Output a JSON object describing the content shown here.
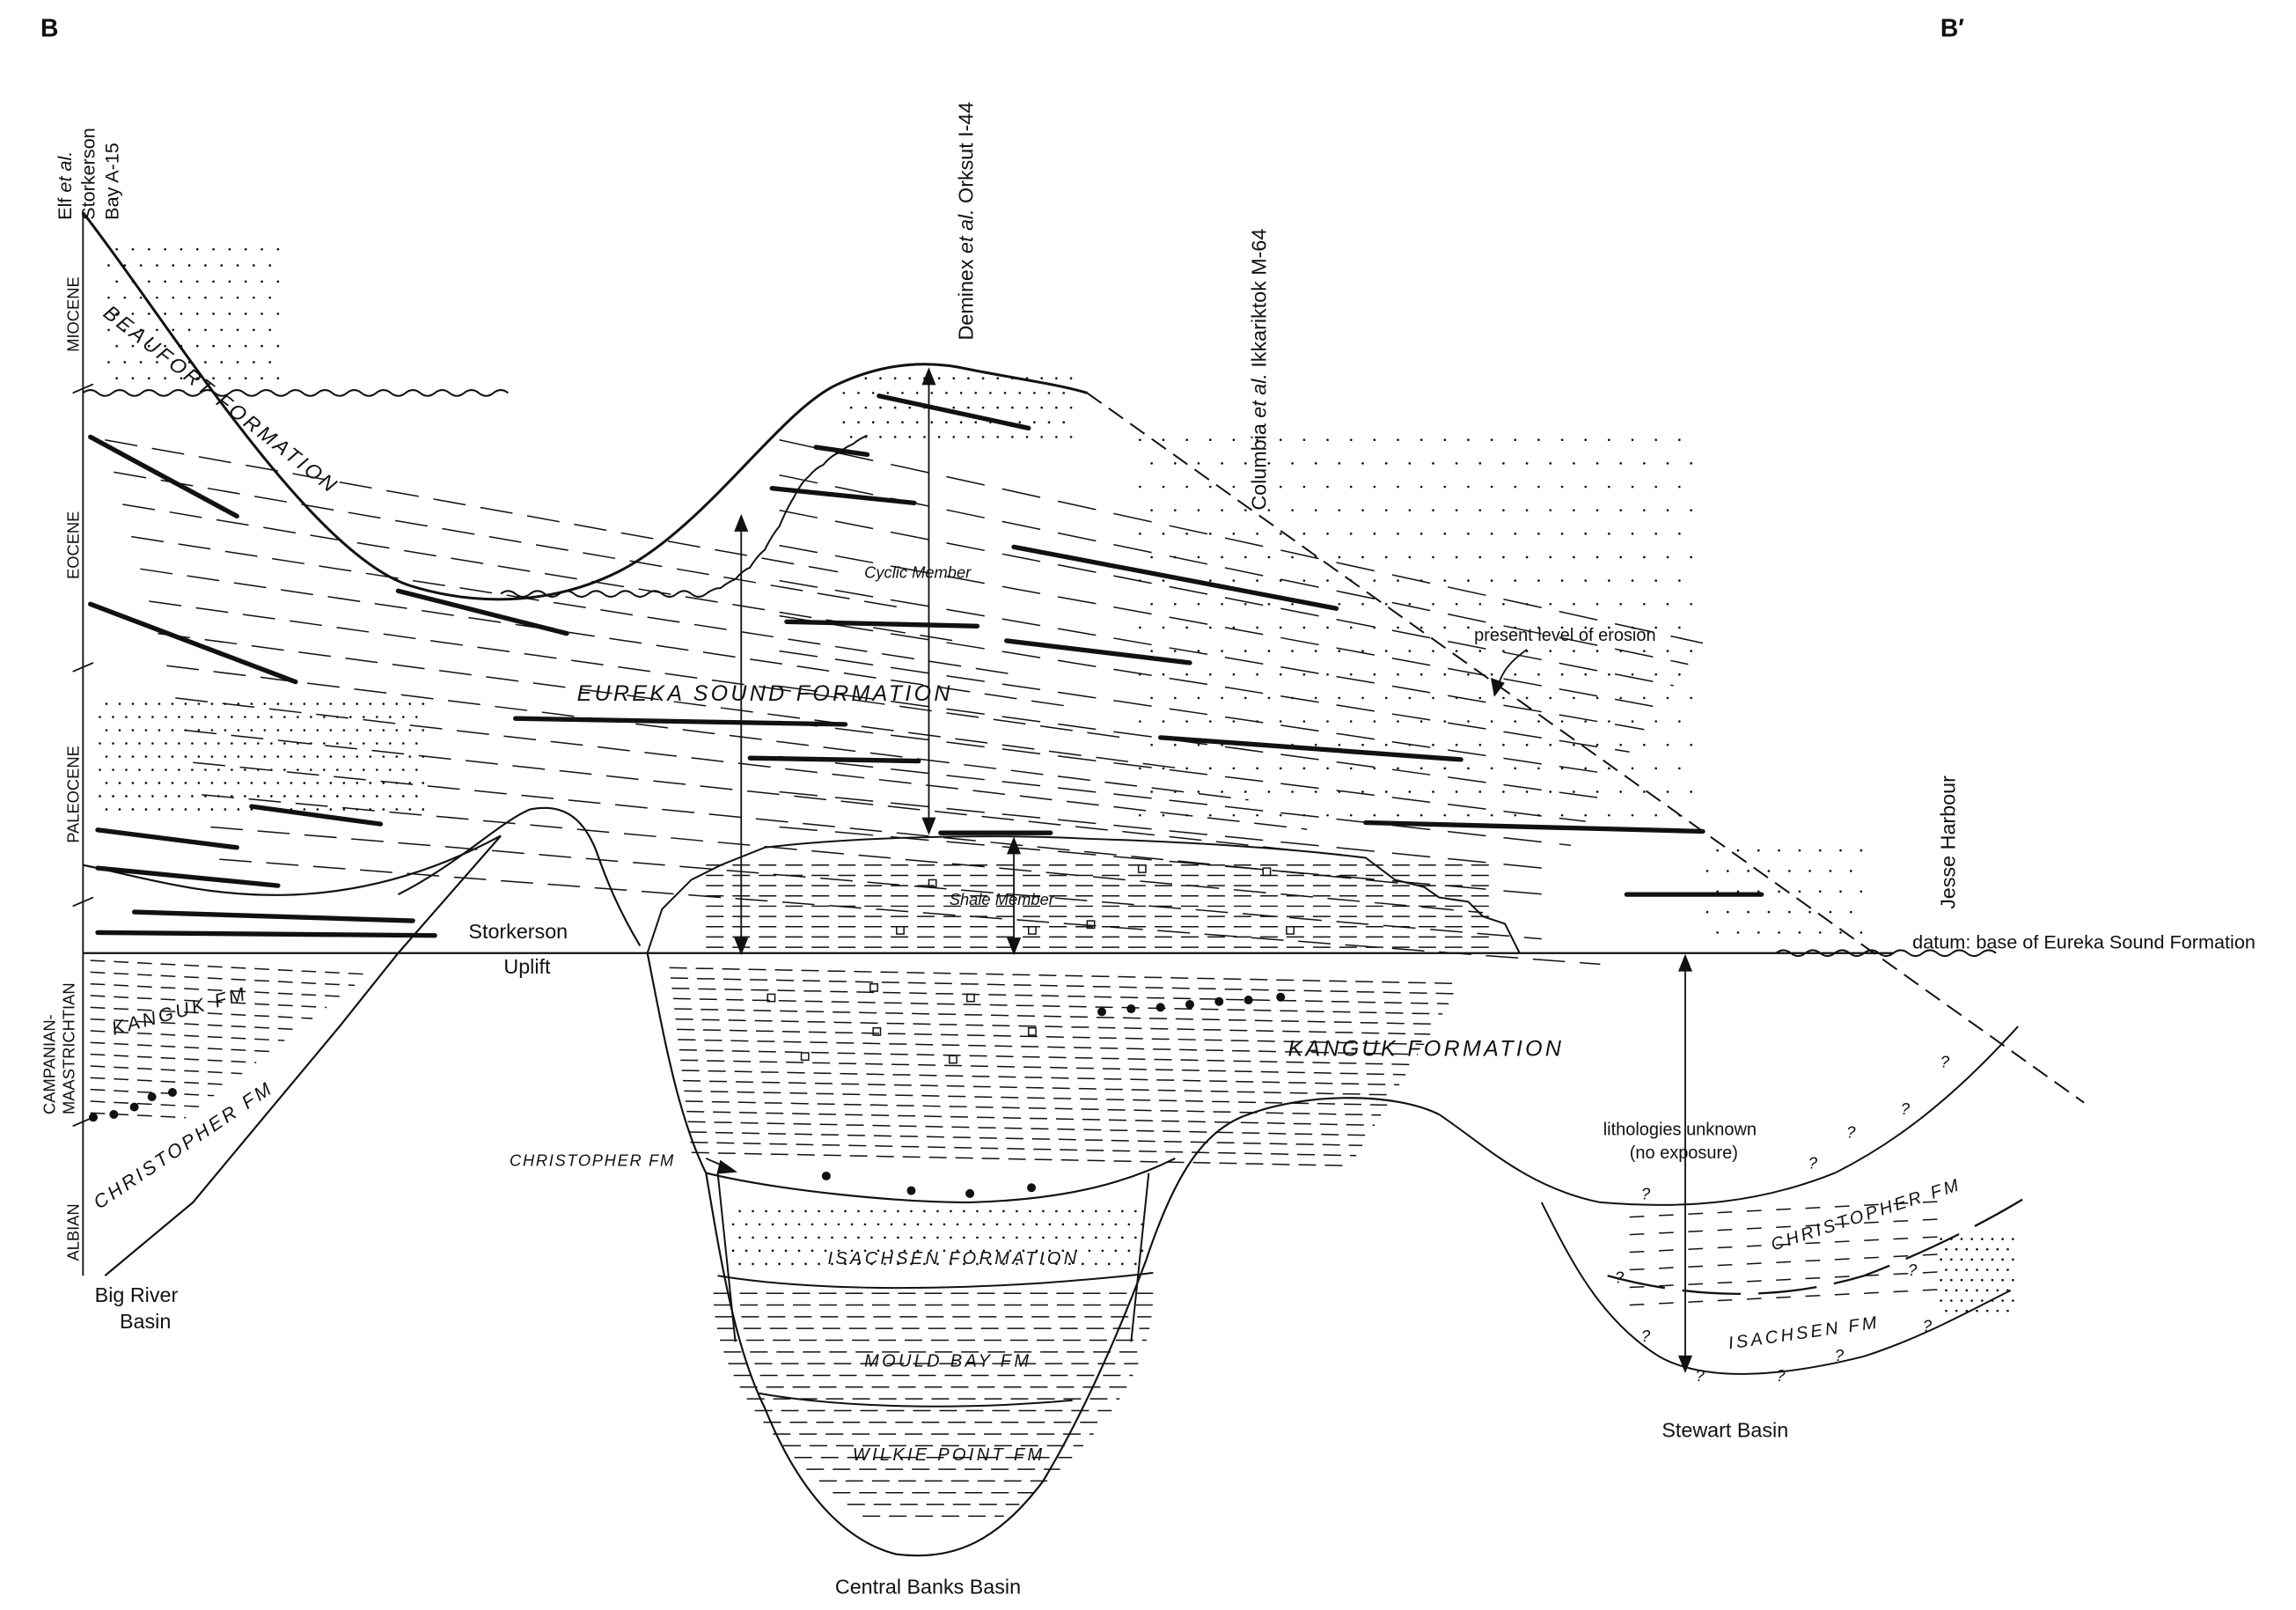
{
  "section": {
    "start": "B",
    "end": "B′"
  },
  "wells": {
    "storkerson": {
      "line1": "Elf",
      "line1_italic": "et al.",
      "line2": "Storkerson",
      "line3": "Bay A-15"
    },
    "orksut": {
      "operator": "Deminex",
      "etal": "et al.",
      "name": "Orksut I-44"
    },
    "ikkariktok": {
      "operator": "Columbia",
      "etal": "et al.",
      "name": "Ikkariktok M-64"
    },
    "jesse": {
      "name": "Jesse  Harbour"
    }
  },
  "epochs": {
    "miocene": "MIOCENE",
    "eocene": "EOCENE",
    "paleocene": "PALEOCENE",
    "campanian_1": "CAMPANIAN-",
    "campanian_2": "MAASTRICHTIAN",
    "albian": "ALBIAN"
  },
  "formations": {
    "beaufort": "BEAUFORT FORMATION",
    "eureka": "EUREKA  SOUND  FORMATION",
    "cyclic": "Cyclic Member",
    "shale": "Shale Member",
    "kanguk_left": "KANGUK FM",
    "kanguk_main": "KANGUK   FORMATION",
    "christopher_left": "CHRISTOPHER FM",
    "christopher_center": "CHRISTOPHER FM",
    "christopher_right": "CHRISTOPHER FM",
    "isachsen_center": "ISACHSEN FORMATION",
    "isachsen_right": "ISACHSEN FM",
    "mould_bay": "MOULD BAY FM",
    "wilkie_point": "WILKIE POINT FM"
  },
  "structures": {
    "big_river_1": "Big River",
    "big_river_2": "Basin",
    "storkerson_uplift_1": "Storkerson",
    "storkerson_uplift_2": "Uplift",
    "central_banks": "Central Banks Basin",
    "stewart": "Stewart Basin"
  },
  "annotations": {
    "erosion": "present level of erosion",
    "datum": "datum:  base of Eureka Sound Formation",
    "unknown_1": "lithologies unknown",
    "unknown_2": "(no exposure)"
  }
}
